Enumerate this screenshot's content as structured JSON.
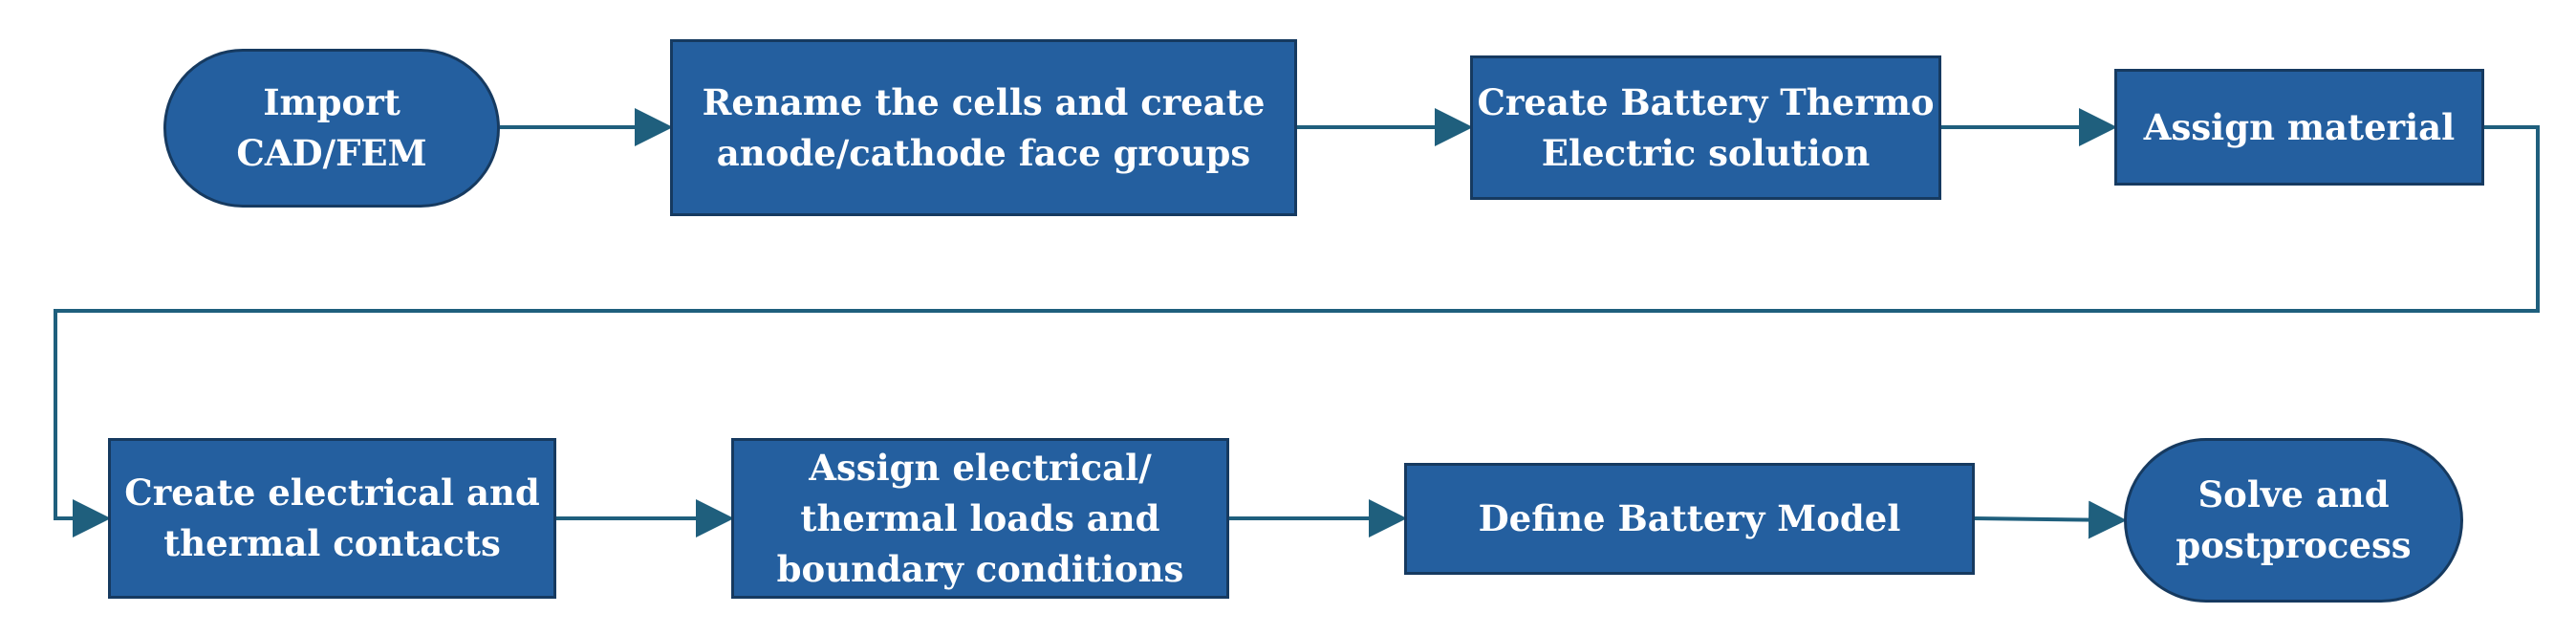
{
  "diagram": {
    "title": "",
    "colors": {
      "node_fill": "#245f9f",
      "node_border": "#163a60",
      "connector": "#1f5f7d",
      "text": "#ffffff"
    },
    "nodes": [
      {
        "id": "import-cad-fem",
        "shape": "terminator",
        "label": "Import\nCAD/FEM"
      },
      {
        "id": "rename-cells",
        "shape": "process",
        "label": "Rename the cells and create\nanode/cathode face groups"
      },
      {
        "id": "create-solution",
        "shape": "process",
        "label": "Create Battery Thermo\nElectric solution"
      },
      {
        "id": "assign-material",
        "shape": "process",
        "label": "Assign material"
      },
      {
        "id": "create-contacts",
        "shape": "process",
        "label": "Create electrical and\nthermal contacts"
      },
      {
        "id": "assign-loads",
        "shape": "process",
        "label": "Assign electrical/\nthermal loads and\nboundary conditions"
      },
      {
        "id": "define-battery-model",
        "shape": "process",
        "label": "Define Battery Model"
      },
      {
        "id": "solve-postprocess",
        "shape": "terminator",
        "label": "Solve and\npostprocess"
      }
    ],
    "edges": [
      {
        "from": "import-cad-fem",
        "to": "rename-cells"
      },
      {
        "from": "rename-cells",
        "to": "create-solution"
      },
      {
        "from": "create-solution",
        "to": "assign-material"
      },
      {
        "from": "assign-material",
        "to": "create-contacts"
      },
      {
        "from": "create-contacts",
        "to": "assign-loads"
      },
      {
        "from": "assign-loads",
        "to": "define-battery-model"
      },
      {
        "from": "define-battery-model",
        "to": "solve-postprocess"
      }
    ]
  }
}
